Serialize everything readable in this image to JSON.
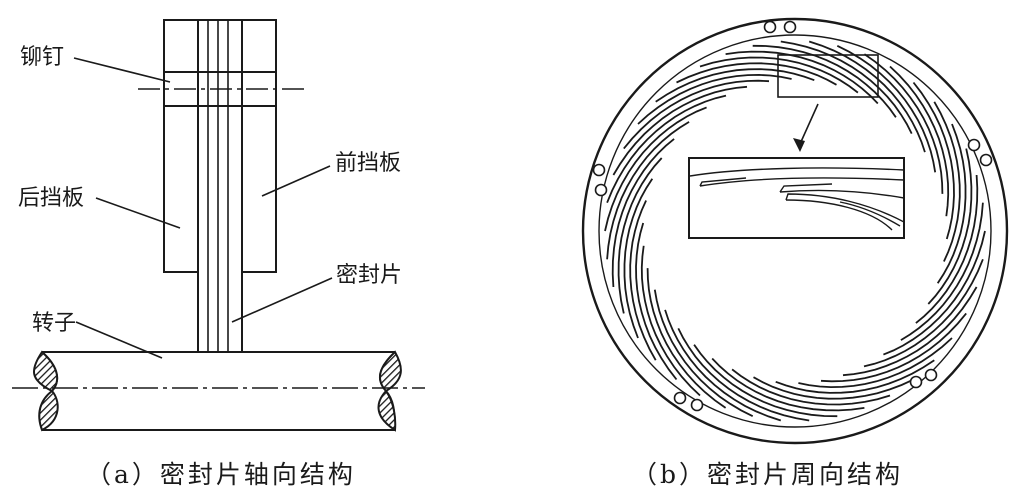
{
  "panel_a": {
    "labels": {
      "rivet": "铆钉",
      "front_plate": "前挡板",
      "back_plate": "后挡板",
      "seal_sheet": "密封片",
      "rotor": "转子"
    },
    "caption": "（a）密封片轴向结构"
  },
  "panel_b": {
    "caption": "（b）密封片周向结构"
  },
  "colors": {
    "line": "#1a1a1a",
    "background": "#ffffff"
  }
}
